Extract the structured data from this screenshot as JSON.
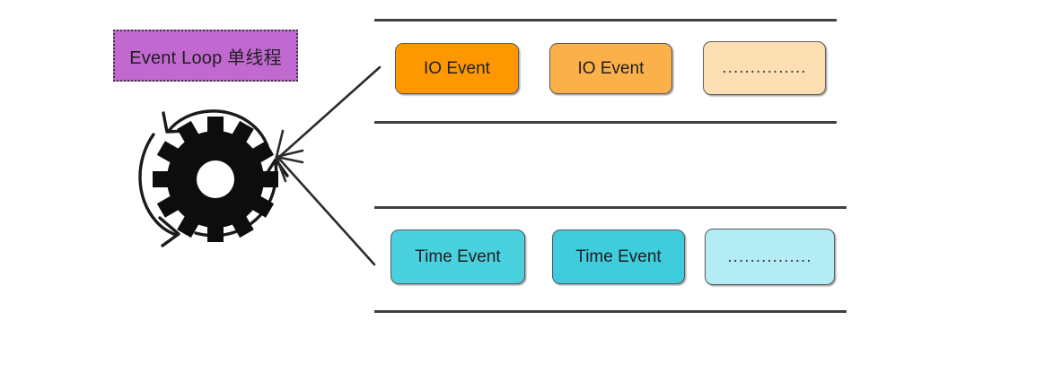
{
  "diagram": {
    "title_box": {
      "label": "Event Loop 单线程",
      "fill": "#C169D1",
      "border": "#3a3a3a"
    },
    "center_icon": {
      "name": "gear-icon",
      "loop_arrows": "circular-loop-arrows"
    },
    "queues": [
      {
        "id": "io-queue",
        "rail_color": "#404040",
        "items": [
          {
            "label": "IO Event",
            "fill": "#FF9800",
            "kind": "text"
          },
          {
            "label": "IO Event",
            "fill": "#FBB049",
            "kind": "text"
          },
          {
            "label": "...............",
            "fill": "#FCE0B4",
            "kind": "ellipsis"
          }
        ]
      },
      {
        "id": "time-queue",
        "rail_color": "#404040",
        "items": [
          {
            "label": "Time Event",
            "fill": "#4AD1E0",
            "kind": "text"
          },
          {
            "label": "Time Event",
            "fill": "#3FCCDD",
            "kind": "text"
          },
          {
            "label": "...............",
            "fill": "#B4ECF5",
            "kind": "ellipsis"
          }
        ]
      }
    ],
    "connectors": [
      {
        "name": "io-queue-to-event-loop",
        "direction": "into-loop"
      },
      {
        "name": "time-queue-to-event-loop",
        "direction": "into-loop"
      }
    ]
  }
}
